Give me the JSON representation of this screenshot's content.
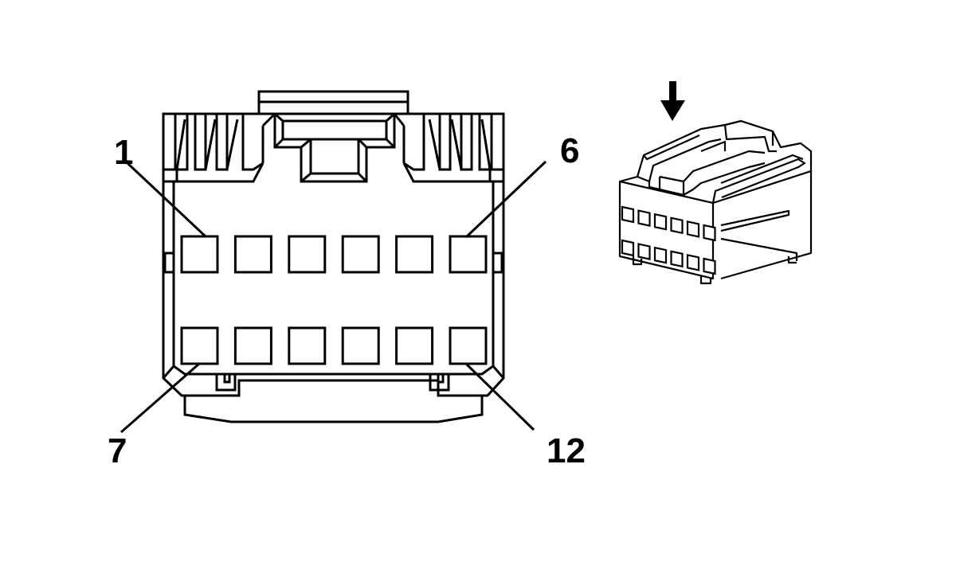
{
  "diagram": {
    "pin_labels": {
      "top_left": "1",
      "top_right": "6",
      "bottom_left": "7",
      "bottom_right": "12"
    },
    "connector": {
      "rows": 2,
      "pins_per_row": 6
    }
  }
}
